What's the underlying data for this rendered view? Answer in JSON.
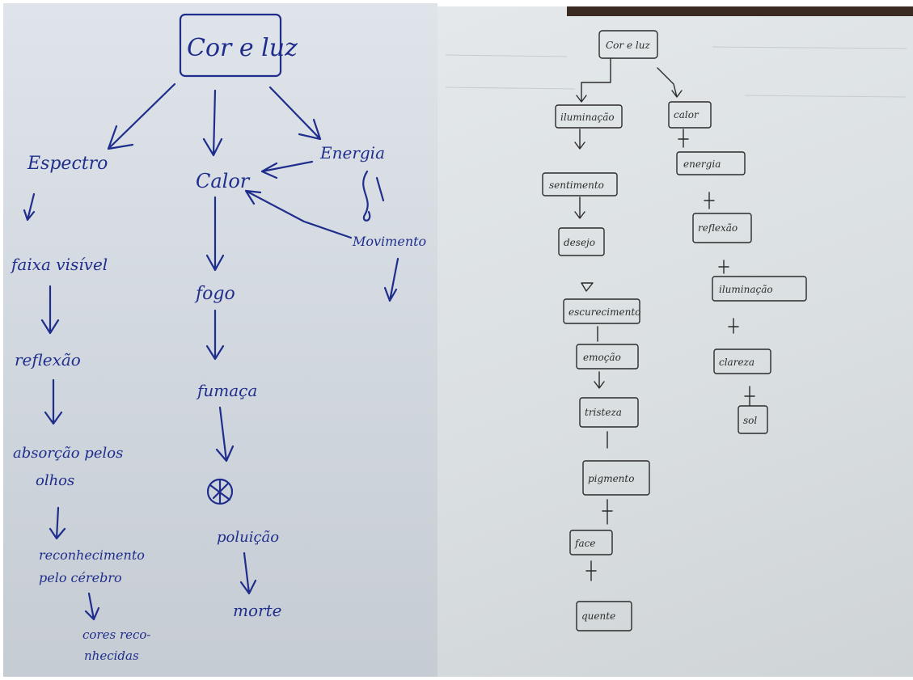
{
  "left_map": {
    "root": "Cor e luz",
    "branches": {
      "espectro": "Espectro",
      "calor": "Calor",
      "energia": "Energia",
      "movimento": "Movimento"
    },
    "espectro_chain": [
      "faixa visível",
      "reflexão",
      "absorção pelos",
      "olhos",
      "reconhecimento",
      "pelo cérebro",
      "cores reco-",
      "nhecidas"
    ],
    "calor_chain": [
      "fogo",
      "fumaça",
      "poluição",
      "morte"
    ]
  },
  "right_map": {
    "root": "Cor e luz",
    "chain_a": [
      "iluminação",
      "sentimento",
      "desejo",
      "escurecimento",
      "emoção",
      "tristeza",
      "pigmento",
      "face",
      "quente"
    ],
    "chain_b": [
      "calor",
      "energia",
      "reflexão",
      "iluminação",
      "clareza",
      "sol"
    ]
  }
}
